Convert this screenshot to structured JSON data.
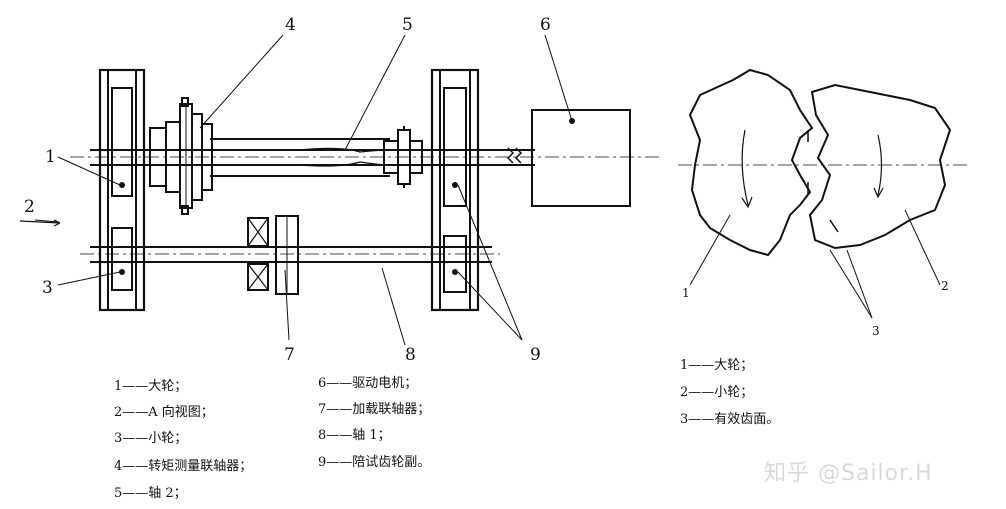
{
  "left_diagram": {
    "callouts": [
      "1",
      "2",
      "3",
      "4",
      "5",
      "6",
      "7",
      "8",
      "9"
    ],
    "legend": [
      {
        "num": "1",
        "dash": "——",
        "label": "大轮；"
      },
      {
        "num": "2",
        "dash": "——",
        "label": "A 向视图；"
      },
      {
        "num": "3",
        "dash": "——",
        "label": "小轮；"
      },
      {
        "num": "4",
        "dash": "——",
        "label": "转矩测量联轴器；"
      },
      {
        "num": "5",
        "dash": "——",
        "label": "轴 2；"
      },
      {
        "num": "6",
        "dash": "——",
        "label": "驱动电机；"
      },
      {
        "num": "7",
        "dash": "——",
        "label": "加载联轴器；"
      },
      {
        "num": "8",
        "dash": "——",
        "label": "轴 1；"
      },
      {
        "num": "9",
        "dash": "——",
        "label": "陪试齿轮副。"
      }
    ]
  },
  "right_diagram": {
    "callouts": [
      "1",
      "2",
      "3"
    ],
    "legend": [
      {
        "num": "1",
        "dash": "——",
        "label": "大轮；"
      },
      {
        "num": "2",
        "dash": "——",
        "label": "小轮；"
      },
      {
        "num": "3",
        "dash": "——",
        "label": "有效齿面。"
      }
    ]
  },
  "watermark": "知乎 @Sailor.H"
}
